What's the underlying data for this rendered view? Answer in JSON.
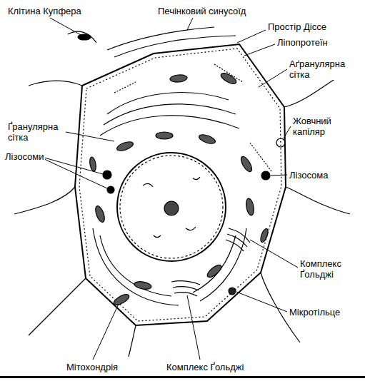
{
  "diagram": {
    "labels": [
      "Клітина Купфера",
      "Печінковий синусоїд",
      "Простір Діссе",
      "Ліпопротеїн",
      "Аґранулярна сітка",
      "Ґранулярна сітка",
      "Жовчний капіляр",
      "Лізосоми",
      "Лізосома",
      "Комплекс Ґольджі",
      "Мікротільце",
      "Мітохондрія",
      "Комплекс Ґольджі"
    ]
  }
}
